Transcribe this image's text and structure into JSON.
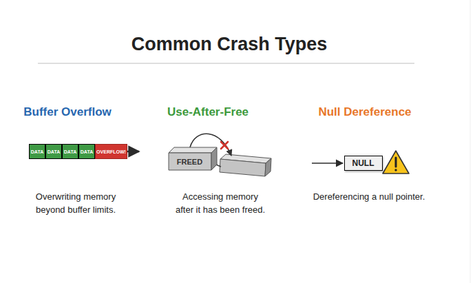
{
  "diagram": {
    "title": "Common Crash Types",
    "nodes": [
      {
        "text": [
          "DATA"
        ]
      },
      {
        "text": [
          "DATA"
        ]
      },
      {
        "text": [
          "DATA"
        ]
      },
      {
        "text": [
          "DATA"
        ]
      },
      {
        "text": [
          "OVERFLOW!"
        ]
      },
      {
        "text": [
          "FREED"
        ]
      },
      {
        "text": [
          "NULL"
        ]
      }
    ],
    "labels": [
      "Buffer Overflow",
      "Overwriting memory beyond buffer limits.",
      "Use-After-Free",
      "Accessing memory after it has been freed.",
      "Null Dereference",
      "Dereferencing a null pointer."
    ]
  }
}
